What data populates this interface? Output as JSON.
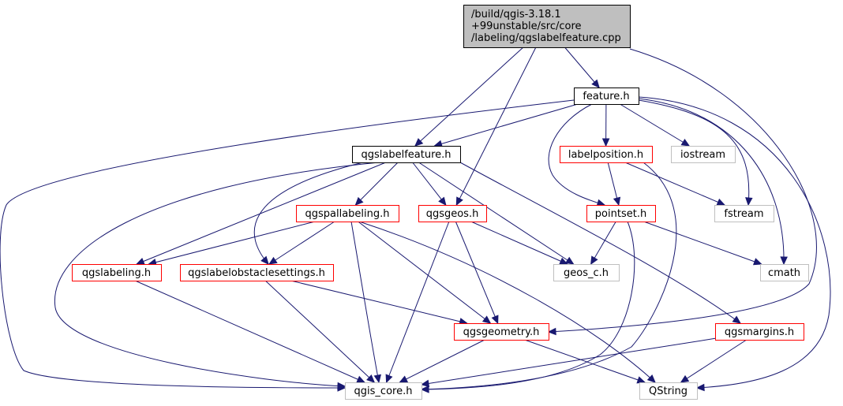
{
  "colors": {
    "root_fill": "#bfbfbf",
    "root_stroke": "#000000",
    "documented_stroke": "#ff0000",
    "undocumented_stroke": "#bfbfbf",
    "plain_stroke": "#000000",
    "edge": "#191970"
  },
  "nodes": [
    {
      "id": "root",
      "type": "root",
      "lines": [
        "/build/qgis-3.18.1",
        "+99unstable/src/core",
        "/labeling/qgslabelfeature.cpp"
      ]
    },
    {
      "id": "feature_h",
      "type": "plain",
      "lines": [
        "feature.h"
      ]
    },
    {
      "id": "qgslabelfeature_h",
      "type": "plain",
      "lines": [
        "qgslabelfeature.h"
      ]
    },
    {
      "id": "labelposition_h",
      "type": "documented",
      "lines": [
        "labelposition.h"
      ]
    },
    {
      "id": "iostream",
      "type": "undocumented",
      "lines": [
        "iostream"
      ]
    },
    {
      "id": "qgspallabeling_h",
      "type": "documented",
      "lines": [
        "qgspallabeling.h"
      ]
    },
    {
      "id": "qgsgeos_h",
      "type": "documented",
      "lines": [
        "qgsgeos.h"
      ]
    },
    {
      "id": "pointset_h",
      "type": "documented",
      "lines": [
        "pointset.h"
      ]
    },
    {
      "id": "fstream",
      "type": "undocumented",
      "lines": [
        "fstream"
      ]
    },
    {
      "id": "qgslabeling_h",
      "type": "documented",
      "lines": [
        "qgslabeling.h"
      ]
    },
    {
      "id": "qgslabelobstaclesettings_h",
      "type": "documented",
      "lines": [
        "qgslabelobstaclesettings.h"
      ]
    },
    {
      "id": "geos_c_h",
      "type": "undocumented",
      "lines": [
        "geos_c.h"
      ]
    },
    {
      "id": "cmath",
      "type": "undocumented",
      "lines": [
        "cmath"
      ]
    },
    {
      "id": "qgsgeometry_h",
      "type": "documented",
      "lines": [
        "qgsgeometry.h"
      ]
    },
    {
      "id": "qgsmargins_h",
      "type": "documented",
      "lines": [
        "qgsmargins.h"
      ]
    },
    {
      "id": "qgis_core_h",
      "type": "undocumented",
      "lines": [
        "qgis_core.h"
      ]
    },
    {
      "id": "QString",
      "type": "undocumented",
      "lines": [
        "QString"
      ]
    }
  ],
  "edges": [
    [
      "root",
      "feature_h"
    ],
    [
      "root",
      "qgslabelfeature_h"
    ],
    [
      "root",
      "qgsgeos_h"
    ],
    [
      "root",
      "qgsgeometry_h"
    ],
    [
      "feature_h",
      "qgslabelfeature_h"
    ],
    [
      "feature_h",
      "labelposition_h"
    ],
    [
      "feature_h",
      "iostream"
    ],
    [
      "feature_h",
      "fstream"
    ],
    [
      "feature_h",
      "pointset_h"
    ],
    [
      "feature_h",
      "cmath"
    ],
    [
      "feature_h",
      "qgis_core_h"
    ],
    [
      "feature_h",
      "QString"
    ],
    [
      "qgslabelfeature_h",
      "qgspallabeling_h"
    ],
    [
      "qgslabelfeature_h",
      "qgsgeos_h"
    ],
    [
      "qgslabelfeature_h",
      "qgslabeling_h"
    ],
    [
      "qgslabelfeature_h",
      "qgslabelobstaclesettings_h"
    ],
    [
      "qgslabelfeature_h",
      "geos_c_h"
    ],
    [
      "qgslabelfeature_h",
      "qgsmargins_h"
    ],
    [
      "qgslabelfeature_h",
      "qgis_core_h"
    ],
    [
      "labelposition_h",
      "pointset_h"
    ],
    [
      "labelposition_h",
      "fstream"
    ],
    [
      "labelposition_h",
      "qgis_core_h"
    ],
    [
      "qgspallabeling_h",
      "qgslabeling_h"
    ],
    [
      "qgspallabeling_h",
      "qgslabelobstaclesettings_h"
    ],
    [
      "qgspallabeling_h",
      "qgsgeometry_h"
    ],
    [
      "qgspallabeling_h",
      "qgis_core_h"
    ],
    [
      "qgspallabeling_h",
      "QString"
    ],
    [
      "qgsgeos_h",
      "geos_c_h"
    ],
    [
      "qgsgeos_h",
      "qgsgeometry_h"
    ],
    [
      "qgsgeos_h",
      "qgis_core_h"
    ],
    [
      "pointset_h",
      "geos_c_h"
    ],
    [
      "pointset_h",
      "cmath"
    ],
    [
      "pointset_h",
      "qgis_core_h"
    ],
    [
      "qgslabeling_h",
      "qgis_core_h"
    ],
    [
      "qgslabelobstaclesettings_h",
      "qgsgeometry_h"
    ],
    [
      "qgslabelobstaclesettings_h",
      "qgis_core_h"
    ],
    [
      "qgsgeometry_h",
      "qgis_core_h"
    ],
    [
      "qgsgeometry_h",
      "QString"
    ],
    [
      "qgsmargins_h",
      "qgis_core_h"
    ],
    [
      "qgsmargins_h",
      "QString"
    ]
  ]
}
